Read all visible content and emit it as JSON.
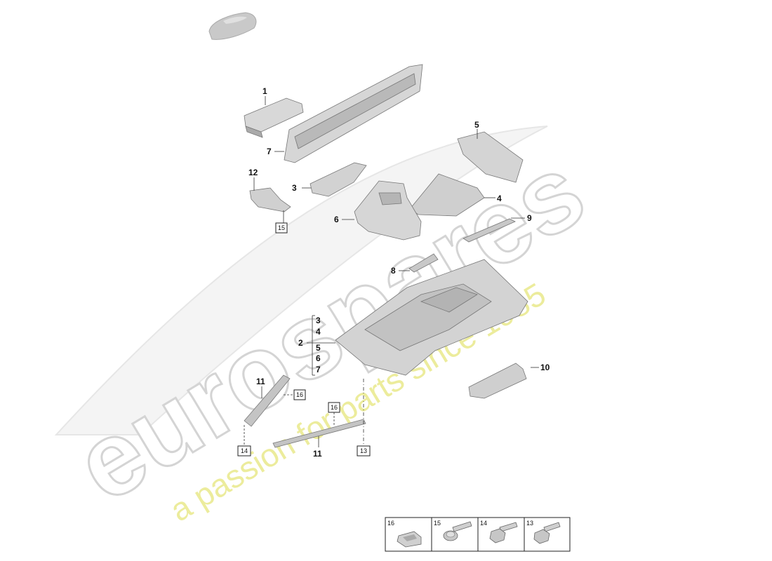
{
  "watermark": {
    "brand": "eurospares",
    "tagline": "a passion for parts since 1985"
  },
  "callouts": {
    "c1": "1",
    "c2": "2",
    "c3": "3",
    "c4": "4",
    "c5": "5",
    "c6": "6",
    "c7": "7",
    "c8": "8",
    "c9": "9",
    "c10": "10",
    "c11a": "11",
    "c11b": "11",
    "c12": "12"
  },
  "bracket_items": [
    "3",
    "4",
    "5",
    "6",
    "7"
  ],
  "boxed_refs": {
    "b15": "15",
    "b16a": "16",
    "b16b": "16",
    "b14": "14",
    "b13": "13"
  },
  "legend": [
    {
      "number": "16",
      "icon": "clip-nut-icon"
    },
    {
      "number": "15",
      "icon": "flange-bolt-icon"
    },
    {
      "number": "14",
      "icon": "hex-bolt-icon"
    },
    {
      "number": "13",
      "icon": "hex-bolt-icon"
    }
  ],
  "colors": {
    "part_fill": "#d4d4d4",
    "part_shade": "#a9a9a9",
    "watermark_yellow": "#ecec9c",
    "watermark_outline": "#d4d4d4"
  }
}
